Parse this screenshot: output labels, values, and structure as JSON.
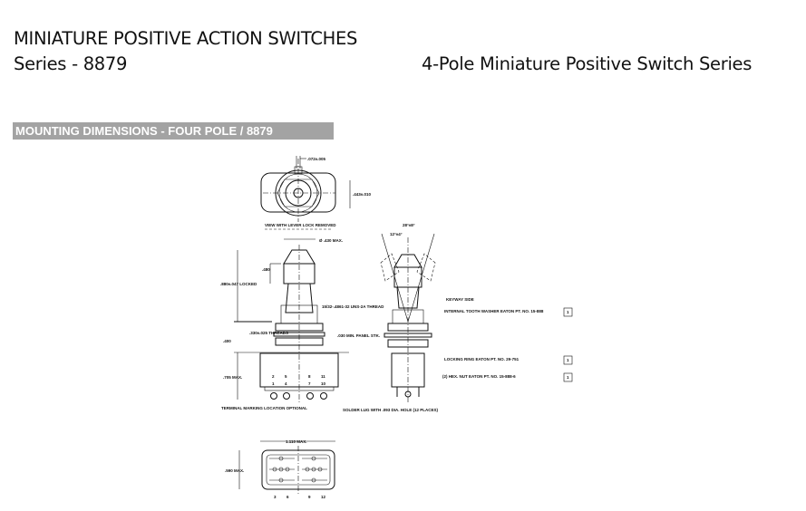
{
  "header": {
    "title": "MINIATURE POSITIVE ACTION SWITCHES",
    "series": "Series - 8879",
    "subtitle": "4-Pole Miniature Positive Switch Series"
  },
  "section": {
    "label": "MOUNTING DIMENSIONS - FOUR POLE / 8879"
  },
  "drawing": {
    "top_view": {
      "dim_width": ".072±.005",
      "dim_height": ".443±.010",
      "caption": "VIEW WITH LEVER LOCK REMOVED"
    },
    "front_view": {
      "dia": "Ø .430 MAX.",
      "lever_height": ".480",
      "overall": ".880±.047 LOCKED",
      "thread": "15/32-.4861-32 UNS-2A THREAD",
      "thread_len": ".330±.025 THREADS",
      "thread_top": ".400",
      "panel": ".030 MIN. PANEL STK.",
      "body": ".705 MAX.",
      "terminals_top": [
        "2",
        "5",
        "8",
        "11"
      ],
      "terminals_bottom": [
        "1",
        "4",
        "7",
        "10"
      ],
      "marking_note": "TERMINAL MARKING LOCATION OPTIONAL",
      "lug_note": "SOLDER LUG WITH .093 DIA. HOLE (12 PLACES)"
    },
    "side_view": {
      "angle_outer": "28°±8°",
      "angle_inner": "12°±4°",
      "keyway": "KEYWAY SIDE",
      "washer": "INTERNAL TOOTH WASHER EATON PT. NO. 15-888",
      "ring": "LOCKING RING EATON PT. NO. 29-751",
      "nut": "(2) HEX. NUT EATON PT. NO. 15-888-6",
      "ref": "1"
    },
    "bottom_view": {
      "width": "1.110 MAX.",
      "height": ".590 MAX.",
      "terminals": [
        "3",
        "6",
        "9",
        "12"
      ]
    }
  }
}
